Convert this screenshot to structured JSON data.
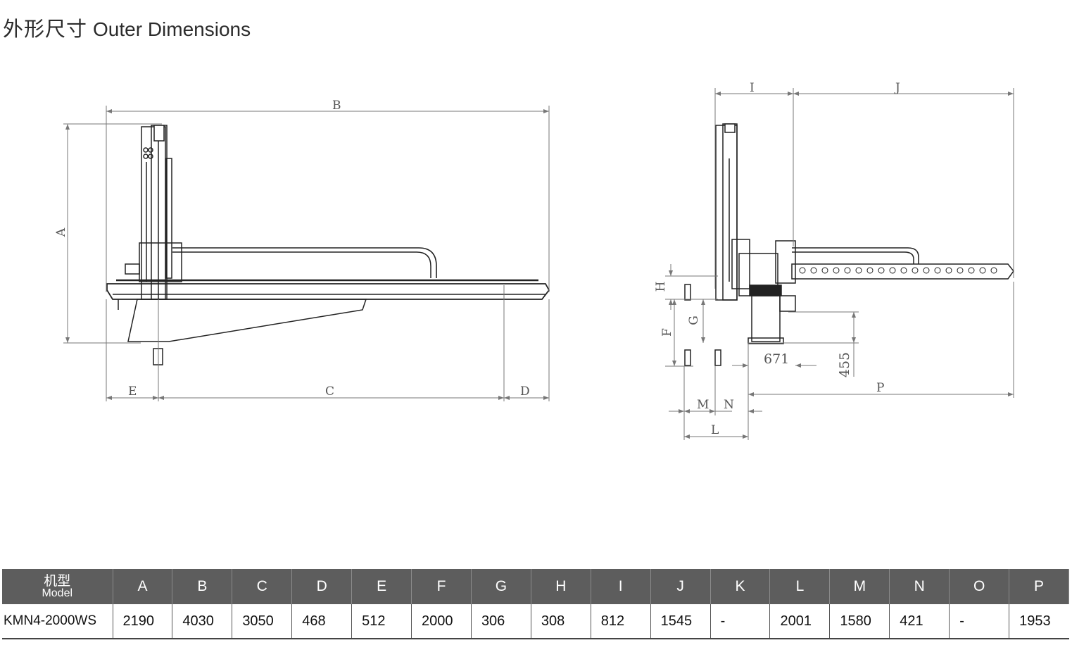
{
  "title": {
    "cn": "外形尺寸",
    "en": "Outer Dimensions"
  },
  "drawing_labels": {
    "A": "A",
    "B": "B",
    "C": "C",
    "D": "D",
    "E": "E",
    "F": "F",
    "G": "G",
    "H": "H",
    "I": "I",
    "J": "J",
    "L": "L",
    "M": "M",
    "N": "N",
    "P": "P",
    "dim_671": "671",
    "dim_455": "455"
  },
  "table": {
    "model_header_cn": "机型",
    "model_header_en": "Model",
    "columns": [
      "A",
      "B",
      "C",
      "D",
      "E",
      "F",
      "G",
      "H",
      "I",
      "J",
      "K",
      "L",
      "M",
      "N",
      "O",
      "P"
    ],
    "row": {
      "model": "KMN4-2000WS",
      "values": [
        "2190",
        "4030",
        "3050",
        "468",
        "512",
        "2000",
        "306",
        "308",
        "812",
        "1545",
        "-",
        "2001",
        "1580",
        "421",
        "-",
        "1953"
      ]
    }
  }
}
